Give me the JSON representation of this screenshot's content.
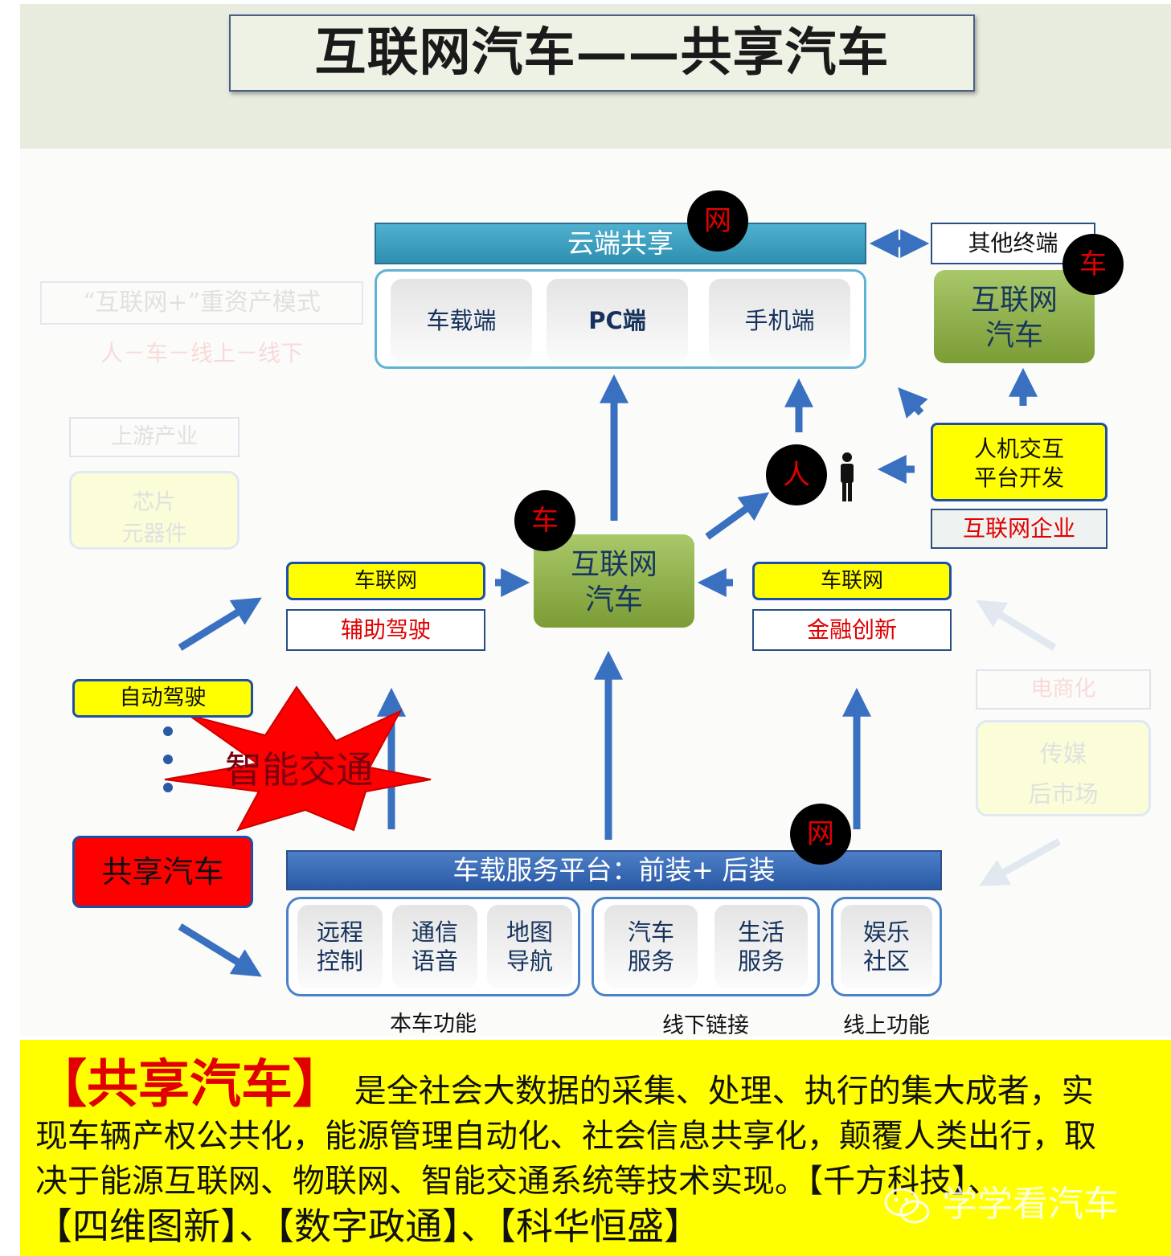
{
  "title": "互联网汽车——共享汽车",
  "cloud": {
    "bar_label": "云端共享",
    "items": [
      "车载端",
      "PC端",
      "手机端"
    ],
    "badge": "网"
  },
  "other_terminal": "其他终端",
  "top_right_car": {
    "label_line1": "互联网",
    "label_line2": "汽车",
    "badge": "车"
  },
  "person_badge": "人",
  "hmi": {
    "line1": "人机交互",
    "line2": "平台开发",
    "sub": "互联网企业"
  },
  "center_car": {
    "line1": "互联网",
    "line2": "汽车",
    "badge": "车"
  },
  "left_iov": {
    "label": "车联网",
    "sub": "辅助驾驶"
  },
  "right_iov": {
    "label": "车联网",
    "sub": "金融创新"
  },
  "faded_left": {
    "model_title": "“互联网+”重资产模式",
    "model_sub": "人－车－线上－线下",
    "upstream": "上游产业",
    "chip_line1": "芯片",
    "chip_line2": "元器件"
  },
  "faded_right": {
    "ecommerce": "电商化",
    "media_line1": "传媒",
    "media_line2": "后市场"
  },
  "autodrive": "自动驾驶",
  "star_text": "智能交通",
  "shared_car": "共享汽车",
  "platform": {
    "bar_label": "车载服务平台：前装+ 后装",
    "badge": "网",
    "groups": [
      {
        "label": "本车功能",
        "tiles": [
          [
            "远程",
            "控制"
          ],
          [
            "通信",
            "语音"
          ],
          [
            "地图",
            "导航"
          ]
        ]
      },
      {
        "label": "线下链接",
        "tiles": [
          [
            "汽车",
            "服务"
          ],
          [
            "生活",
            "服务"
          ]
        ]
      },
      {
        "label": "线上功能",
        "tiles": [
          [
            "娱乐",
            "社区"
          ]
        ]
      }
    ]
  },
  "bottom": {
    "highlight": "【共享汽车】",
    "line1_rest": "是全社会大数据的采集、处理、执行的集大成者，实",
    "line2": "现车辆产权公共化，能源管理自动化、社会信息共享化，颠覆人类出行，取",
    "line3": "决于能源互联网、物联网、智能交通系统等技术实现。【千方科技】、",
    "line4": "【四维图新】、【数字政通】、【科华恒盛】"
  },
  "watermark": "学学看汽车",
  "colors": {
    "arrow": "#3a70c0",
    "badge_text": "#e00000",
    "yellow": "#ffff00",
    "green": "#8fb04a"
  }
}
